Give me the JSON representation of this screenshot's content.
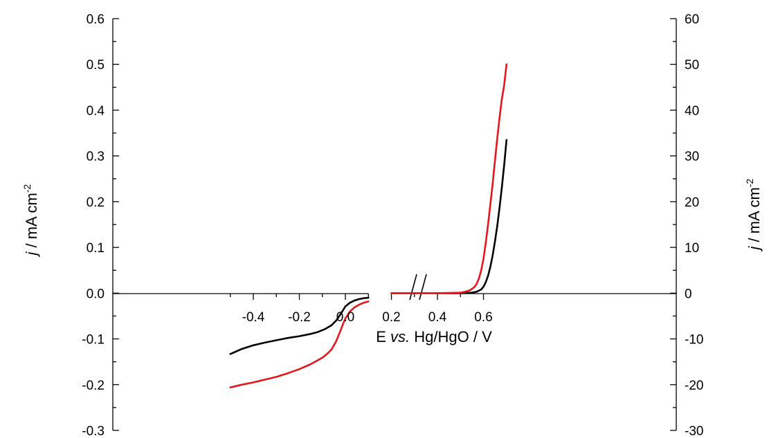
{
  "chart_data": {
    "type": "line",
    "title": "",
    "xlabel": {
      "prefix": "E ",
      "italic": "vs.",
      "suffix": " Hg/HgO / V"
    },
    "ylabel_left": {
      "italic": "j",
      "text": " / mA cm",
      "sup": "-2"
    },
    "ylabel_right": {
      "italic": "j",
      "text": " / mA cm",
      "sup": "-2"
    },
    "xlim": [
      -0.5,
      0.7
    ],
    "x_axis_break": [
      0.1,
      0.2
    ],
    "ylim_left": [
      -0.3,
      0.6
    ],
    "ylim_right": [
      -30,
      60
    ],
    "x_ticks": [
      "-0.4",
      "-0.2",
      "0.0",
      "0.2",
      "0.4",
      "0.6"
    ],
    "y_left_ticks": [
      "-0.3",
      "-0.2",
      "-0.1",
      "0.0",
      "0.1",
      "0.2",
      "0.3",
      "0.4",
      "0.5",
      "0.6"
    ],
    "y_right_ticks": [
      "-30",
      "-20",
      "-10",
      "0",
      "10",
      "20",
      "30",
      "40",
      "50",
      "60"
    ],
    "grid": false,
    "colors": {
      "black": "#000000",
      "red": "#e8141b"
    },
    "series": [
      {
        "color": "#000000",
        "segments": [
          {
            "axis": "left",
            "x": [
              -0.5,
              -0.45,
              -0.4,
              -0.35,
              -0.3,
              -0.25,
              -0.2,
              -0.15,
              -0.12,
              -0.09,
              -0.06,
              -0.04,
              -0.02,
              0.0,
              0.02,
              0.04,
              0.06,
              0.08,
              0.1
            ],
            "y": [
              -0.133,
              -0.122,
              -0.114,
              -0.108,
              -0.103,
              -0.098,
              -0.094,
              -0.089,
              -0.085,
              -0.079,
              -0.07,
              -0.06,
              -0.045,
              -0.029,
              -0.021,
              -0.016,
              -0.013,
              -0.011,
              -0.01
            ]
          },
          {
            "axis": "right",
            "x": [
              0.2,
              0.3,
              0.4,
              0.5,
              0.55,
              0.57,
              0.59,
              0.6,
              0.61,
              0.62,
              0.63,
              0.64,
              0.65,
              0.66,
              0.67,
              0.68,
              0.69,
              0.7
            ],
            "y": [
              0,
              0,
              0,
              0,
              0.1,
              0.3,
              0.8,
              1.4,
              2.4,
              3.8,
              5.8,
              8.3,
              11.3,
              14.8,
              18.8,
              23.2,
              28.0,
              33.5
            ]
          }
        ]
      },
      {
        "color": "#e8141b",
        "segments": [
          {
            "axis": "left",
            "x": [
              -0.5,
              -0.45,
              -0.4,
              -0.35,
              -0.3,
              -0.25,
              -0.2,
              -0.15,
              -0.1,
              -0.08,
              -0.06,
              -0.04,
              -0.03,
              -0.02,
              -0.01,
              0.0,
              0.02,
              0.04,
              0.06,
              0.08,
              0.1
            ],
            "y": [
              -0.206,
              -0.2,
              -0.195,
              -0.189,
              -0.183,
              -0.175,
              -0.166,
              -0.155,
              -0.141,
              -0.133,
              -0.123,
              -0.105,
              -0.093,
              -0.08,
              -0.067,
              -0.055,
              -0.04,
              -0.031,
              -0.025,
              -0.021,
              -0.018
            ]
          },
          {
            "axis": "right",
            "x": [
              0.2,
              0.3,
              0.4,
              0.5,
              0.52,
              0.54,
              0.56,
              0.57,
              0.58,
              0.59,
              0.6,
              0.61,
              0.62,
              0.63,
              0.64,
              0.65,
              0.66,
              0.67,
              0.68,
              0.69,
              0.7
            ],
            "y": [
              0,
              0,
              0,
              0.1,
              0.3,
              0.6,
              1.3,
              2.0,
              3.2,
              5.0,
              7.5,
              11.0,
              15.0,
              19.5,
              24.0,
              29.0,
              34.0,
              38.5,
              42.5,
              45.5,
              50.0
            ]
          }
        ]
      }
    ]
  }
}
